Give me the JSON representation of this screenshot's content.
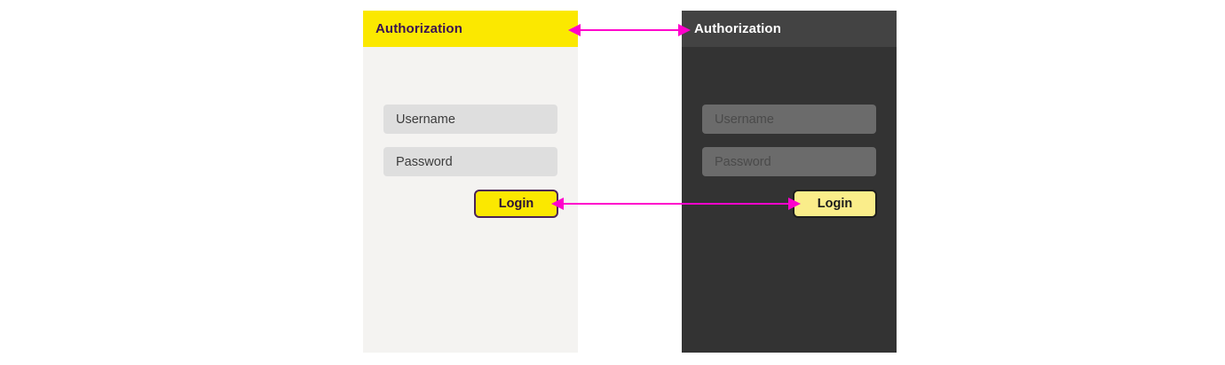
{
  "background_color": "#ffffff",
  "accent_color": "#ff00cc",
  "panels": [
    {
      "key": "light",
      "theme_name": "light-theme",
      "title": "Authorization",
      "header_color": "#fbe800",
      "body_color": "#f4f3f1",
      "title_color": "#3b1252",
      "fields": [
        {
          "name": "username",
          "placeholder": "Username"
        },
        {
          "name": "password",
          "placeholder": "Password"
        }
      ],
      "button_label": "Login",
      "button_color": "#fbe800",
      "button_border_color": "#4a2358"
    },
    {
      "key": "dark",
      "theme_name": "dark-theme",
      "title": "Authorization",
      "header_color": "#434343",
      "body_color": "#333333",
      "title_color": "#ffffff",
      "fields": [
        {
          "name": "username",
          "placeholder": "Username"
        },
        {
          "name": "password",
          "placeholder": "Password"
        }
      ],
      "button_label": "Login",
      "button_color": "#faed8a",
      "button_border_color": "#1d1d1d"
    }
  ],
  "connectors": [
    {
      "name": "header-connector",
      "style": "double-headed-arrow",
      "color": "#ff00cc",
      "from": "light-panel-header",
      "to": "dark-panel-header"
    },
    {
      "name": "login-button-connector",
      "style": "double-headed-arrow",
      "color": "#ff00cc",
      "from": "light-panel-login-button",
      "to": "dark-panel-login-button"
    }
  ]
}
